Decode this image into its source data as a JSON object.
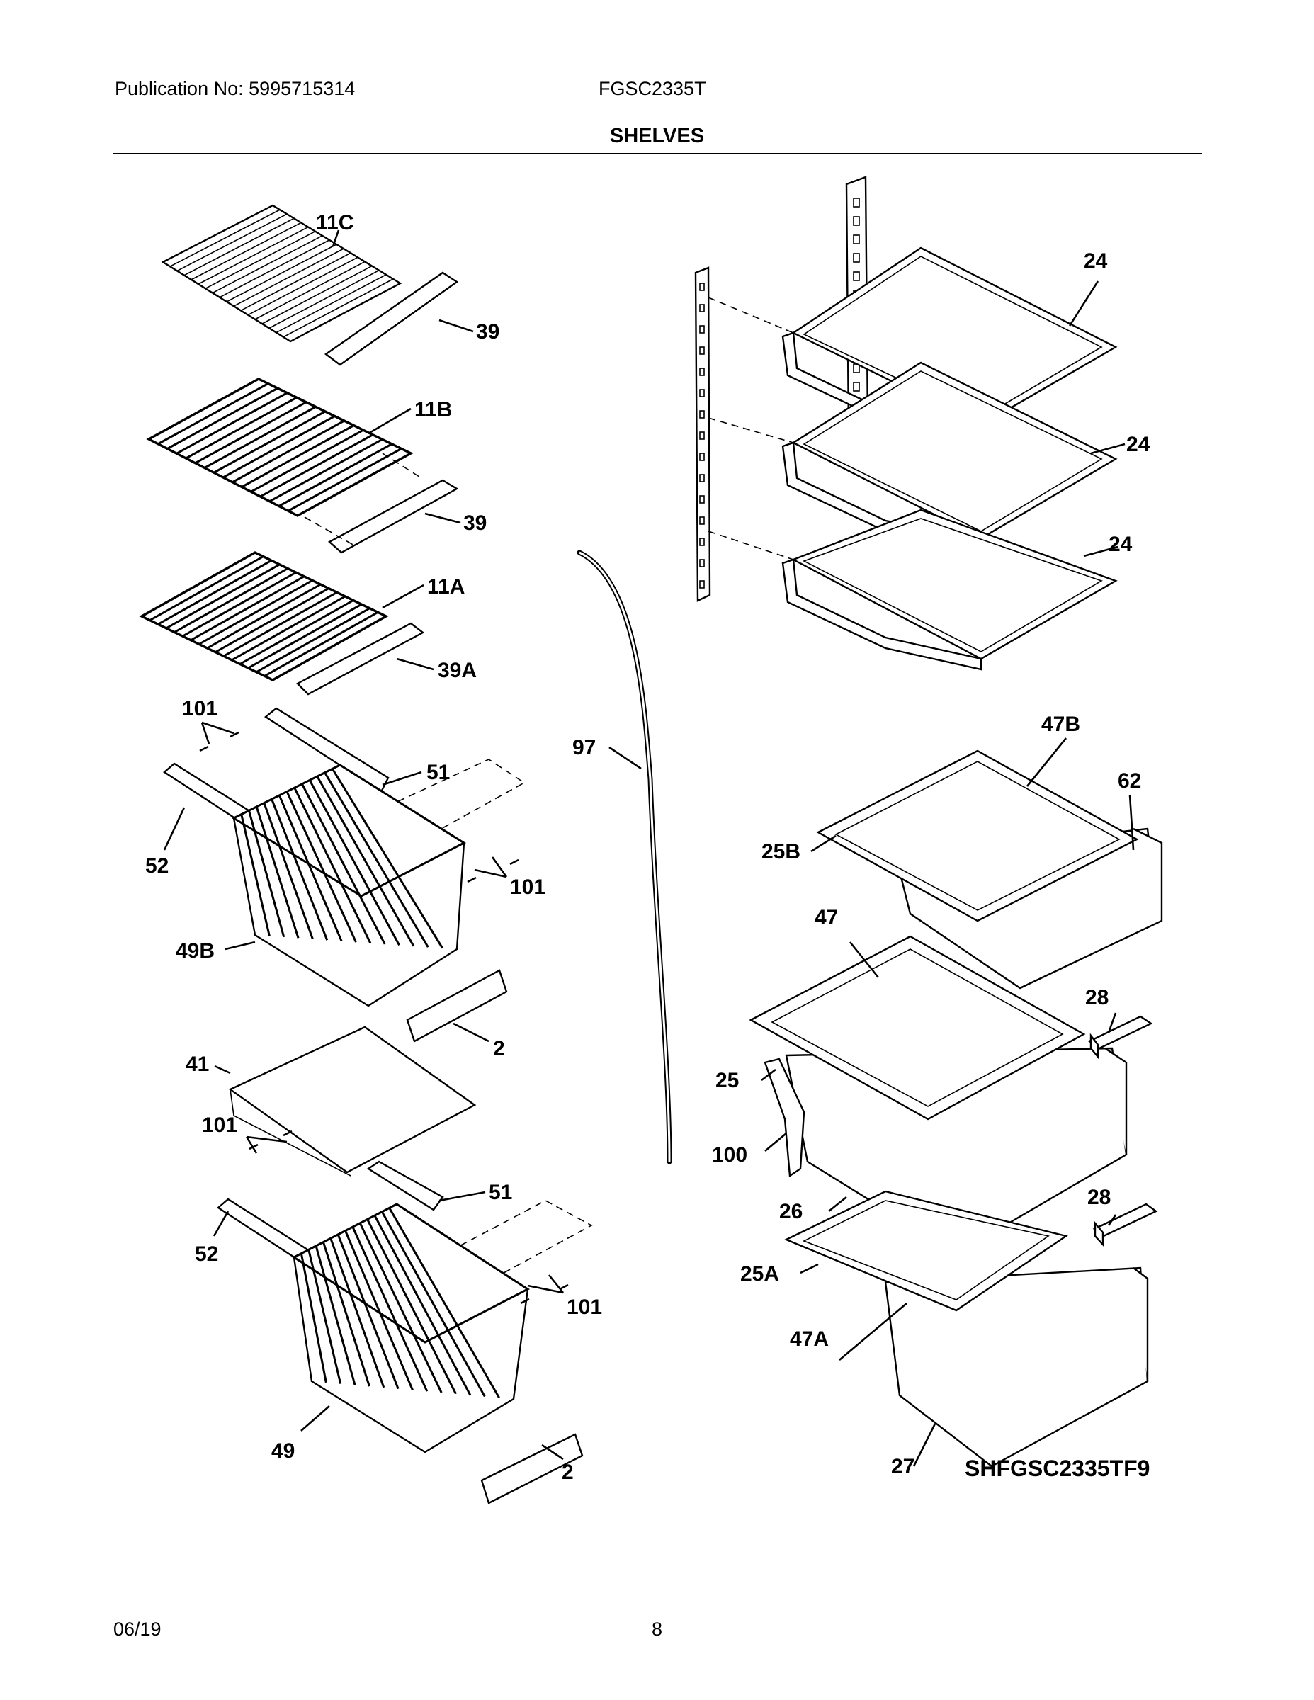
{
  "header": {
    "publication": "Publication No: 5995715314",
    "model": "FGSC2335T",
    "section_title": "SHELVES"
  },
  "footer": {
    "date": "06/19",
    "page": "8"
  },
  "diagram": {
    "code": "SHFGSC2335TF9",
    "callouts": {
      "c11C": "11C",
      "c39a": "39",
      "c11B": "11B",
      "c39b": "39",
      "c11A": "11A",
      "c39A": "39A",
      "c101a": "101",
      "c51a": "51",
      "c52a": "52",
      "c101b": "101",
      "c49B": "49B",
      "c2a": "2",
      "c41": "41",
      "c101c": "101",
      "c51b": "51",
      "c52b": "52",
      "c101d": "101",
      "c49": "49",
      "c2b": "2",
      "c97": "97",
      "c24a": "24",
      "c24b": "24",
      "c24c": "24",
      "c47B": "47B",
      "c62": "62",
      "c25B": "25B",
      "c47": "47",
      "c28a": "28",
      "c25": "25",
      "c100": "100",
      "c26": "26",
      "c28b": "28",
      "c25A": "25A",
      "c47A": "47A",
      "c27": "27"
    }
  }
}
